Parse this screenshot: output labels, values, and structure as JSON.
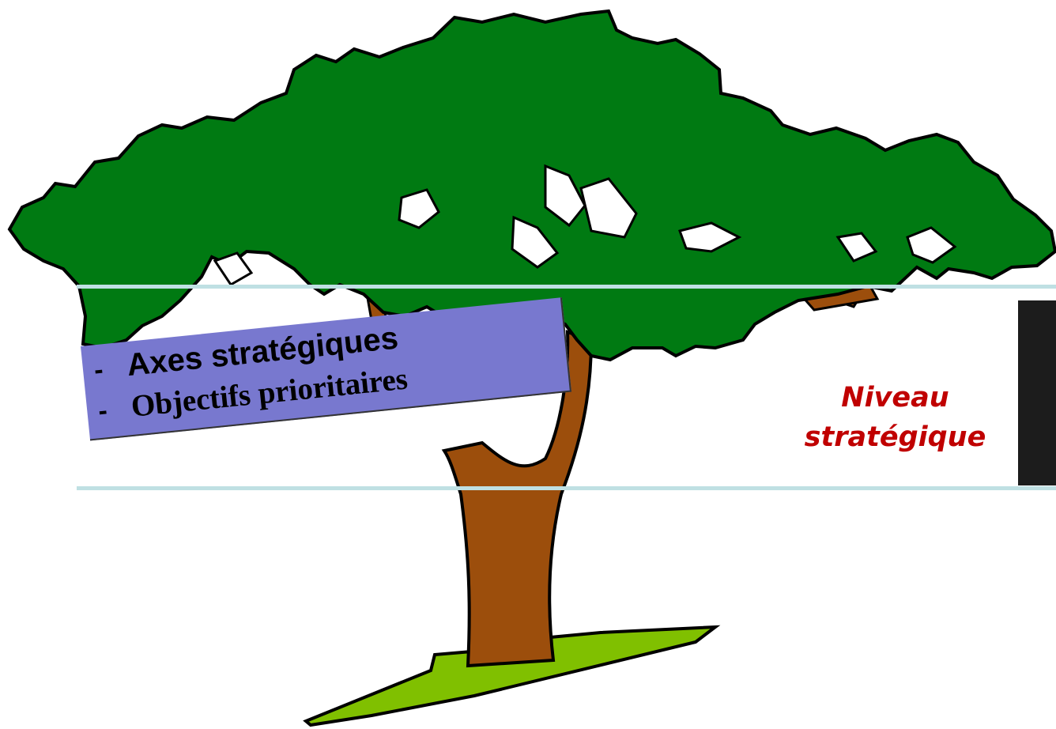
{
  "callout": {
    "items": [
      {
        "bullet": "-",
        "label": "Axes stratégiques"
      },
      {
        "bullet": "-",
        "label": "Objectifs prioritaires"
      }
    ]
  },
  "level": {
    "line1": "Niveau",
    "line2": "stratégique"
  },
  "colors": {
    "foliage": "#007a12",
    "trunk": "#9c4e0c",
    "grass": "#80c000",
    "outline": "#000000",
    "guide_line": "#bfe0e3",
    "callout_fill": "#7878cf",
    "level_text": "#c00000",
    "side_block": "#1c1c1c"
  }
}
